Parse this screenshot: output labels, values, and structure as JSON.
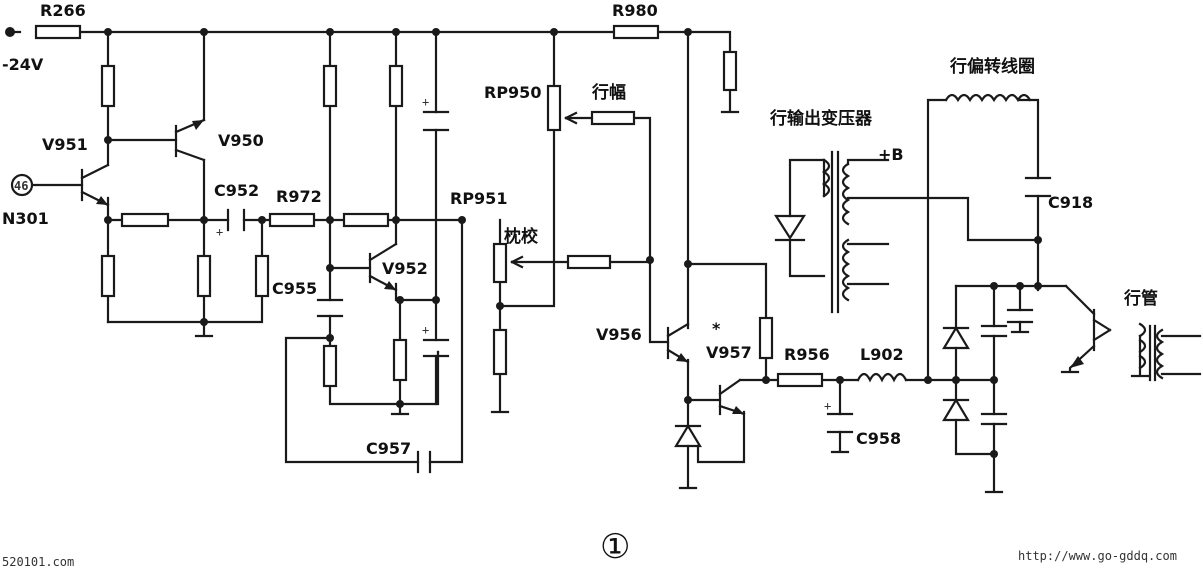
{
  "labels": {
    "r266": "R266",
    "r980": "R980",
    "v_supply": "-24V",
    "v951": "V951",
    "v950": "V950",
    "pin46": "46",
    "n301": "N301",
    "c952": "C952",
    "r972": "R972",
    "c955": "C955",
    "v952": "V952",
    "rp950": "RP950",
    "hang_fu": "行幅",
    "rp951": "RP951",
    "zhen_jiao": "枕校",
    "c957": "C957",
    "v956": "V956",
    "star": "*",
    "v957": "V957",
    "r956": "R956",
    "l902": "L902",
    "c958": "C958",
    "flyback": "行输出变压器",
    "plus_b": "+B",
    "deflection_coil": "行偏转线圈",
    "c918": "C918",
    "hang_guan": "行管"
  },
  "figure_number": "①",
  "watermark_left": "520101.com",
  "watermark_right": "http://www.go-gddq.com"
}
